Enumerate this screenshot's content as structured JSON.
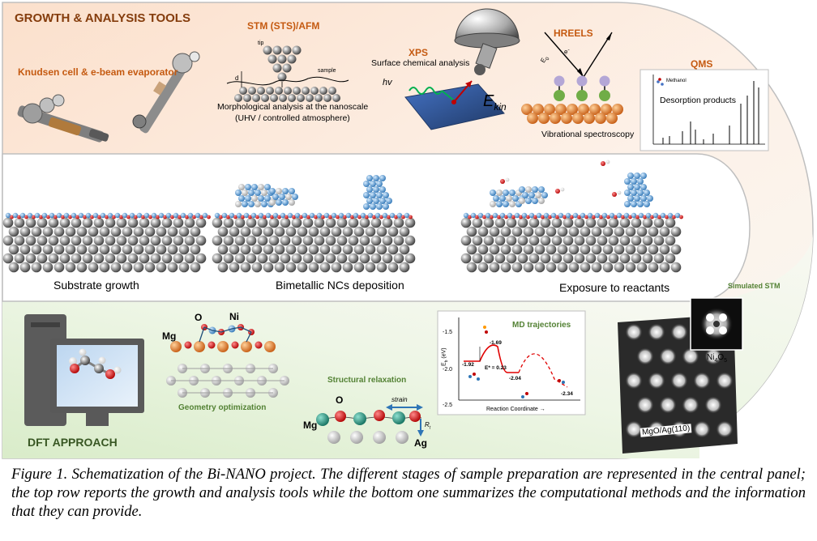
{
  "top_panel": {
    "title": "GROWTH & ANALYSIS  TOOLS",
    "knudsen_label": "Knudsen cell & e-beam evaporator",
    "stm_title": "STM (STS)/AFM",
    "stm_tip": "tip",
    "stm_d": "d",
    "stm_sample": "sample",
    "stm_desc_1": "Morphological analysis at the nanoscale",
    "stm_desc_2": "(UHV / controlled atmosphere)",
    "xps_title": "XPS",
    "xps_desc": "Surface chemical analysis",
    "xps_hv": "hv",
    "xps_ekin": "E",
    "xps_ekin_sub": "kin",
    "hreels_title": "HREELS",
    "hreels_e": "e",
    "hreels_e0": "E",
    "hreels_desc": "Vibrational spectroscopy",
    "qms_title": "QMS",
    "qms_inset": "Methanol",
    "qms_desc": "Desorption products"
  },
  "middle_panel": {
    "step1": "Substrate growth",
    "step2": "Bimetallic NCs deposition",
    "step3": "Exposure to reactants"
  },
  "bottom_panel": {
    "title": "DFT APPROACH",
    "geom_O": "O",
    "geom_Ni": "Ni",
    "geom_Mg": "Mg",
    "geom_label": "Geometry optimization",
    "relax_label": "Structural relaxation",
    "relax_O": "O",
    "relax_Mg": "Mg",
    "relax_Ag": "Ag",
    "relax_strain": "strain",
    "relax_R": "R",
    "md_title": "MD trajectories",
    "md_yaxis": "E",
    "md_xaxis": "Reaction Coordinate →",
    "md_ticks": [
      "-1.5",
      "-2.0",
      "-2.5"
    ],
    "md_e1": "-1.92",
    "md_e2": "-1.69",
    "md_ea": "E* = 0.23",
    "md_e3": "-2.04",
    "md_e4": "-2.34",
    "sim_title": "Simulated STM",
    "sim_ni": "Ni",
    "sim_ni_sub1": "4",
    "sim_ni_o": "O",
    "sim_ni_sub2": "5",
    "sim_mgo": "MgO/Ag(110)"
  },
  "caption": "Figure 1. Schematization of the Bi-NANO project. The different stages of sample preparation are represented in the central panel; the top row reports the growth and analysis tools while the bottom one summarizes the computational methods and the information that they can provide.",
  "colors": {
    "accent_orange": "#c55a11",
    "accent_green": "#548235",
    "panel_top": "#fbe5d6",
    "panel_bottom": "#e2f0d9"
  }
}
